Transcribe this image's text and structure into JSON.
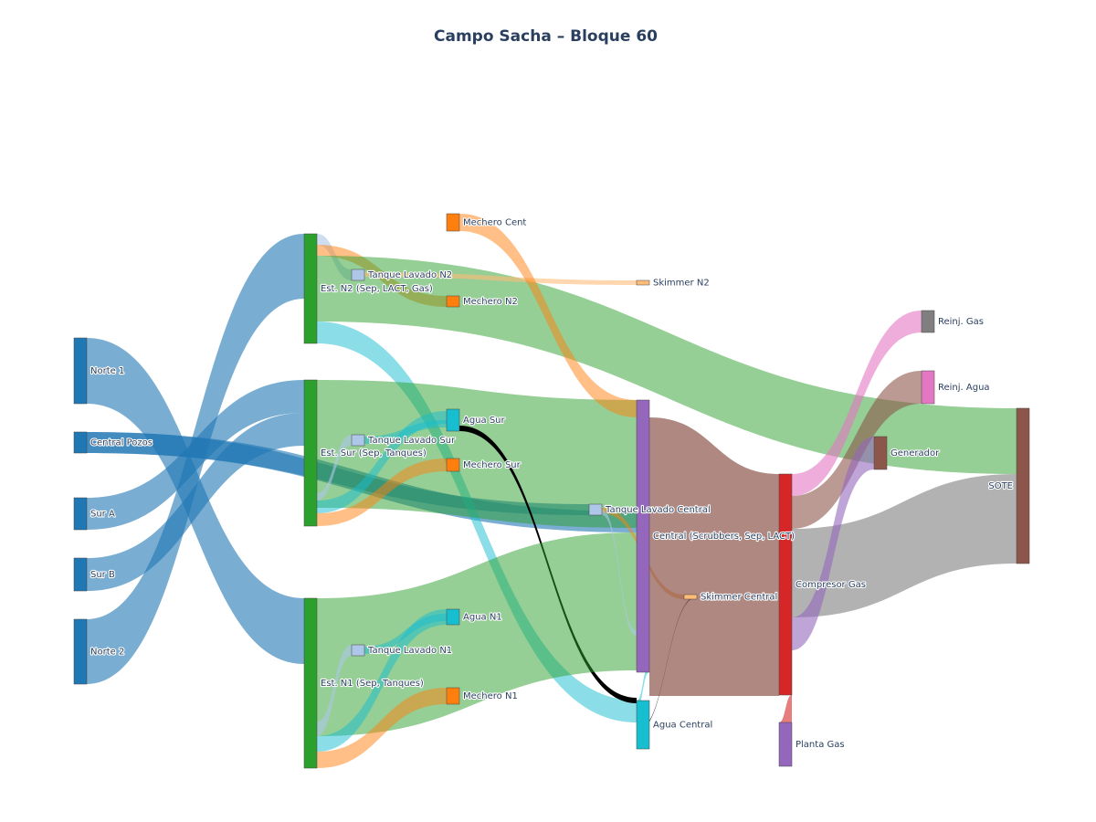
{
  "title": "Campo Sacha – Bloque 60",
  "nodes": [
    {
      "id": "norte1",
      "label": "Norte 1",
      "color": "#1f77b4"
    },
    {
      "id": "centralpozos",
      "label": "Central Pozos",
      "color": "#1f77b4"
    },
    {
      "id": "surA",
      "label": "Sur A",
      "color": "#1f77b4"
    },
    {
      "id": "surB",
      "label": "Sur B",
      "color": "#1f77b4"
    },
    {
      "id": "norte2",
      "label": "Norte 2",
      "color": "#1f77b4"
    },
    {
      "id": "estN2",
      "label": "Est. N2 (Sep, LACT, Gas)",
      "color": "#2ca02c"
    },
    {
      "id": "estSur",
      "label": "Est. Sur (Sep, Tanques)",
      "color": "#2ca02c"
    },
    {
      "id": "estN1",
      "label": "Est. N1 (Sep, Tanques)",
      "color": "#2ca02c"
    },
    {
      "id": "tlN2",
      "label": "Tanque Lavado N2",
      "color": "#aec7e8"
    },
    {
      "id": "tlSur",
      "label": "Tanque Lavado Sur",
      "color": "#aec7e8"
    },
    {
      "id": "tlN1",
      "label": "Tanque Lavado N1",
      "color": "#aec7e8"
    },
    {
      "id": "mechCent",
      "label": "Mechero Cent",
      "color": "#ff7f0e"
    },
    {
      "id": "mechN2",
      "label": "Mechero N2",
      "color": "#ff7f0e"
    },
    {
      "id": "aguaSur",
      "label": "Agua Sur",
      "color": "#17becf"
    },
    {
      "id": "mechSur",
      "label": "Mechero Sur",
      "color": "#ff7f0e"
    },
    {
      "id": "aguaN1",
      "label": "Agua N1",
      "color": "#17becf"
    },
    {
      "id": "mechN1",
      "label": "Mechero N1",
      "color": "#ff7f0e"
    },
    {
      "id": "tlCentral",
      "label": "Tanque Lavado Central",
      "color": "#aec7e8"
    },
    {
      "id": "skimN2",
      "label": "Skimmer N2",
      "color": "#ffbb78"
    },
    {
      "id": "central",
      "label": "Central (Scrubbers, Sep, LACT)",
      "color": "#9467bd"
    },
    {
      "id": "skimCentral",
      "label": "Skimmer Central",
      "color": "#ffbb78"
    },
    {
      "id": "aguaCentral",
      "label": "Agua Central",
      "color": "#17becf"
    },
    {
      "id": "compresor",
      "label": "Compresor Gas",
      "color": "#d62728"
    },
    {
      "id": "plantaGas",
      "label": "Planta Gas",
      "color": "#9467bd"
    },
    {
      "id": "generador",
      "label": "Generador",
      "color": "#8c564b"
    },
    {
      "id": "reinjGas",
      "label": "Reinj. Gas",
      "color": "#7f7f7f"
    },
    {
      "id": "reinjAgua",
      "label": "Reinj. Agua",
      "color": "#e377c2"
    },
    {
      "id": "sote",
      "label": "SOTE",
      "color": "#8c564b"
    }
  ]
}
